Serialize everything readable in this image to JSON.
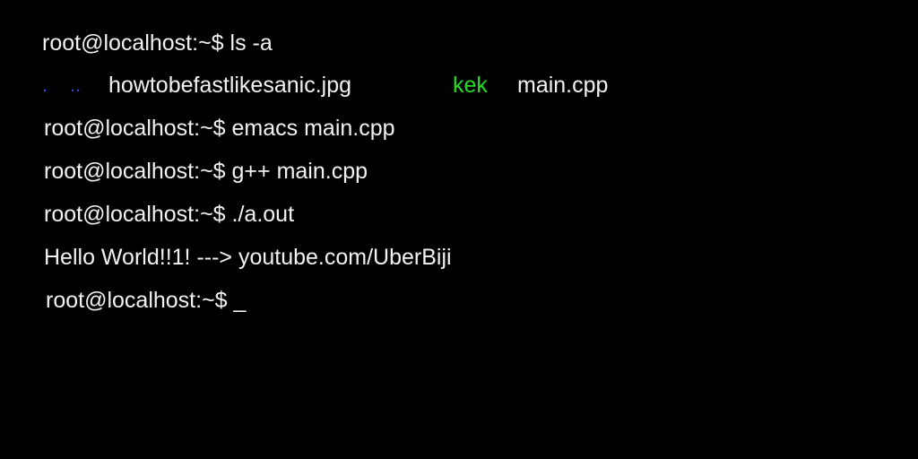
{
  "terminal": {
    "lines": [
      "root@localhost:~$ ls -a",
      "root@localhost:~$ emacs main.cpp",
      "root@localhost:~$ g++ main.cpp",
      "root@localhost:~$ ./a.out",
      "Hello World!!1! ---> youtube.com/UberBiji",
      "root@localhost:~$ _"
    ],
    "listing": {
      "dot": ".",
      "dotdot": "..",
      "file1": "howtobefastlikesanic.jpg",
      "dir": "kek",
      "file2": "main.cpp"
    }
  },
  "colors": {
    "background": "#000000",
    "text": "#f2f2f2",
    "directory_dot": "#1f3fd0",
    "directory_green": "#22dd22"
  }
}
